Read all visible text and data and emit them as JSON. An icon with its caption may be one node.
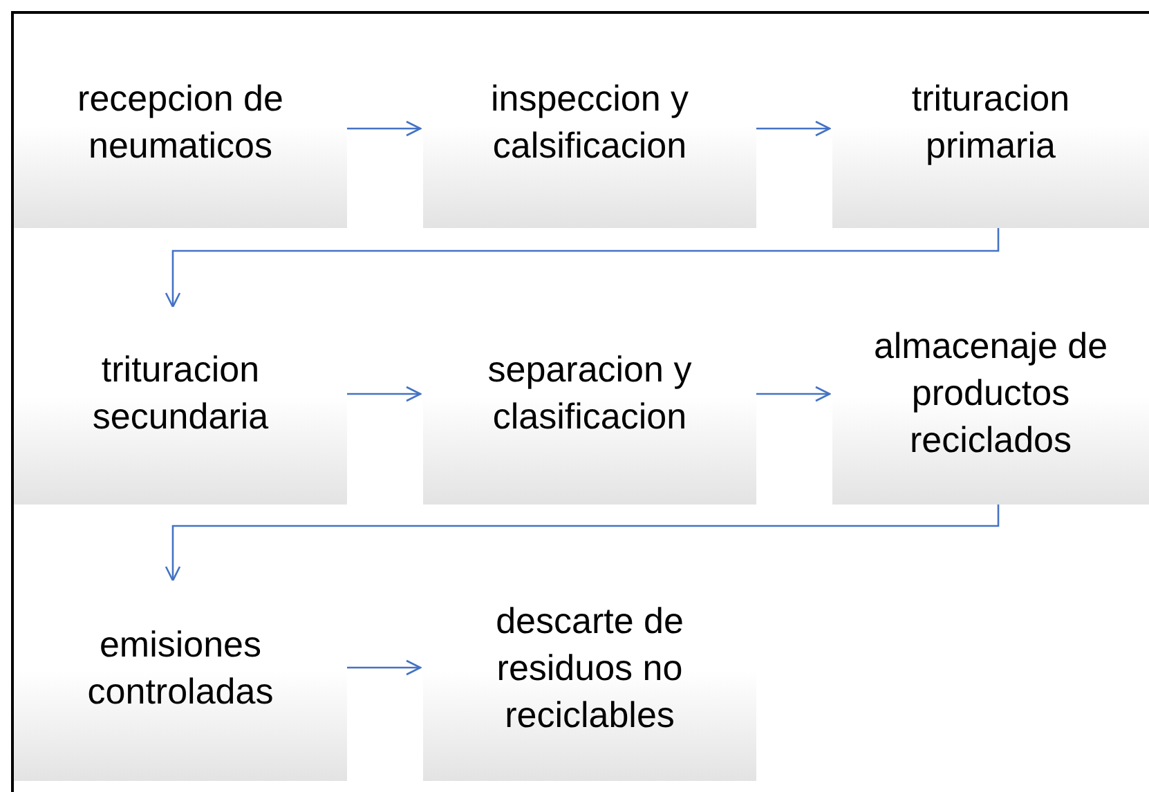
{
  "diagram": {
    "nodes": [
      {
        "text": [
          "recepcion de neumaticos"
        ]
      },
      {
        "text": [
          "inspeccion y calsificacion"
        ]
      },
      {
        "text": [
          "trituracion primaria"
        ]
      },
      {
        "text": [
          "trituracion secundaria"
        ]
      },
      {
        "text": [
          "separacion y clasificacion"
        ]
      },
      {
        "text": [
          "almacenaje de productos reciclados"
        ]
      },
      {
        "text": [
          "emisiones controladas"
        ]
      },
      {
        "text": [
          "descarte de residuos no reciclables"
        ]
      }
    ],
    "edges": [
      {
        "from": 0,
        "to": 1,
        "arrow": "to"
      },
      {
        "from": 1,
        "to": 2,
        "arrow": "to"
      },
      {
        "from": 2,
        "to": 3,
        "arrow": "to"
      },
      {
        "from": 3,
        "to": 4,
        "arrow": "to"
      },
      {
        "from": 4,
        "to": 5,
        "arrow": "to"
      },
      {
        "from": 5,
        "to": 6,
        "arrow": "to"
      },
      {
        "from": 6,
        "to": 7,
        "arrow": "to"
      }
    ]
  }
}
